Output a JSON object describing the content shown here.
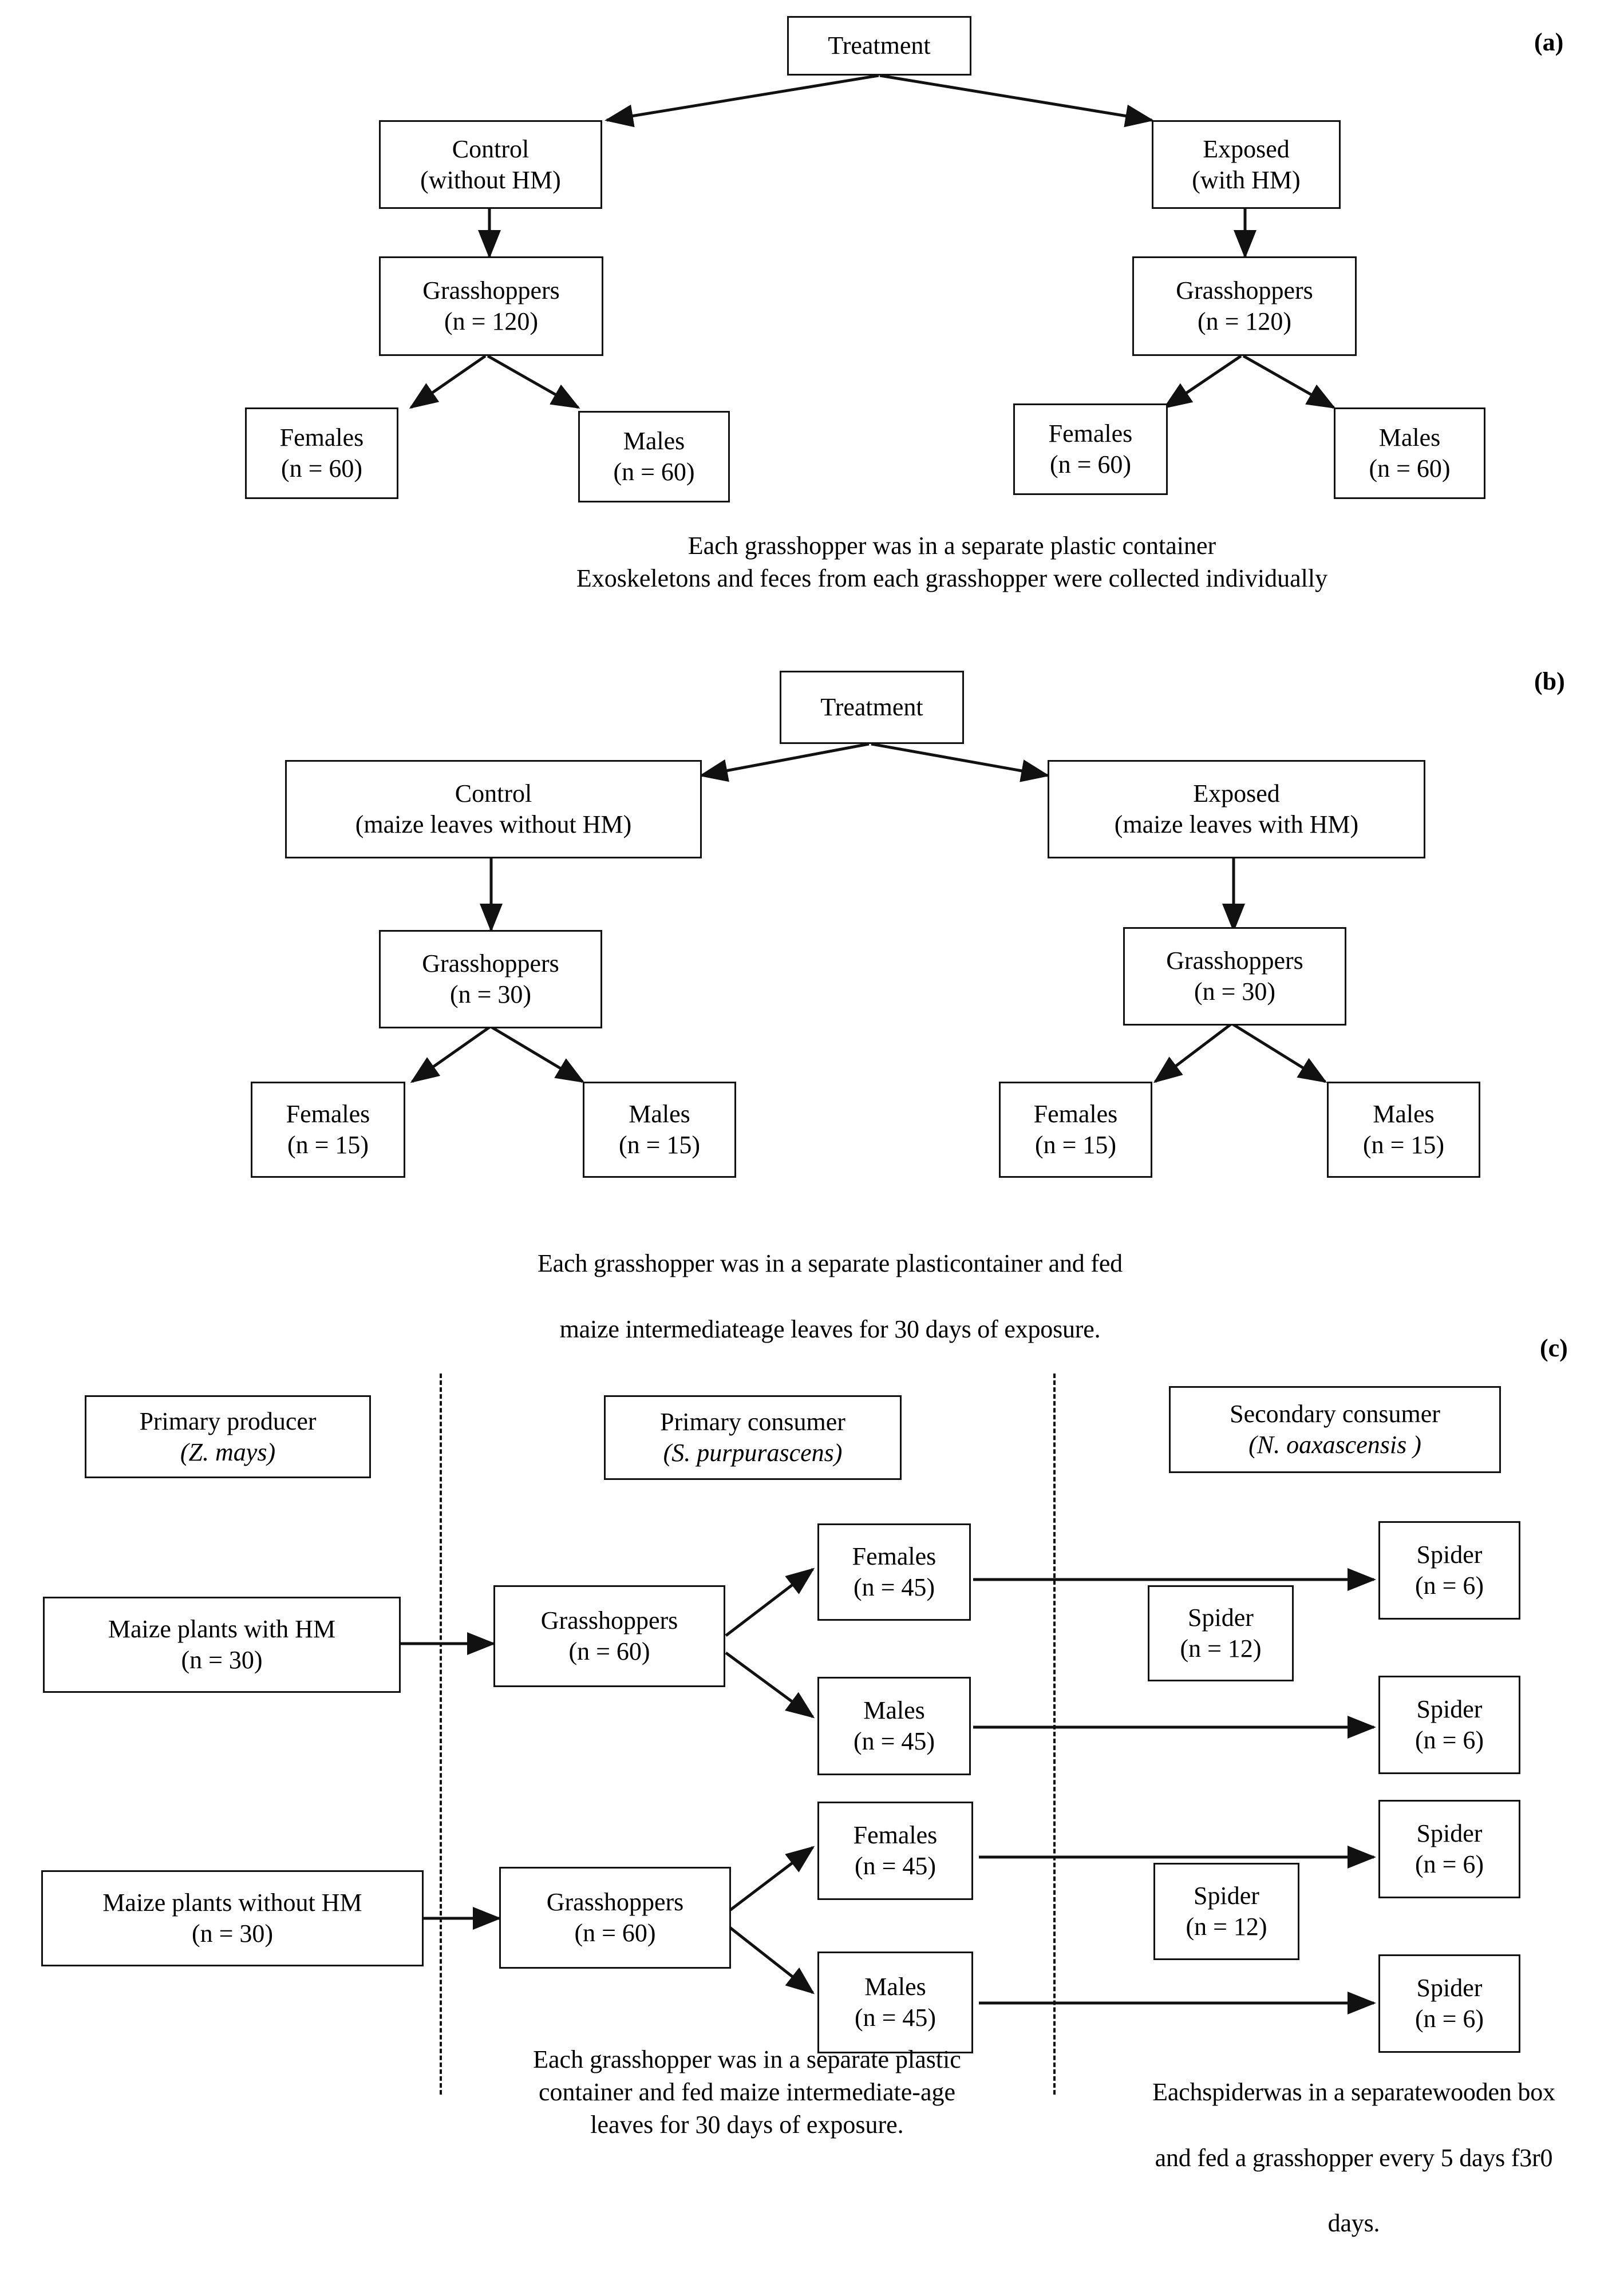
{
  "figure": {
    "panels": [
      {
        "letter": "(a)",
        "nodes": {
          "treatment": {
            "line1": "Treatment"
          },
          "control": {
            "line1": "Control",
            "line2": "(without HM)"
          },
          "exposed": {
            "line1": "Exposed",
            "line2": "(with HM)"
          },
          "control_grasshoppers": {
            "line1": "Grasshoppers",
            "line2": "(n = 120)"
          },
          "exposed_grasshoppers": {
            "line1": "Grasshoppers",
            "line2": "(n = 120)"
          },
          "control_females": {
            "line1": "Females",
            "line2": "(n = 60)"
          },
          "control_males": {
            "line1": "Males",
            "line2": "(n = 60)"
          },
          "exposed_females": {
            "line1": "Females",
            "line2": "(n = 60)"
          },
          "exposed_males": {
            "line1": "Males",
            "line2": "(n = 60)"
          }
        },
        "caption": "Each grasshopper was in a separate plastic container\nExoskeletons and feces from each grasshopper were collected individually"
      },
      {
        "letter": "(b)",
        "nodes": {
          "treatment": {
            "line1": "Treatment"
          },
          "control": {
            "line1": "Control",
            "line2": "(maize leaves without HM)"
          },
          "exposed": {
            "line1": "Exposed",
            "line2": "(maize leaves with HM)"
          },
          "control_grasshoppers": {
            "line1": "Grasshoppers",
            "line2": "(n = 30)"
          },
          "exposed_grasshoppers": {
            "line1": "Grasshoppers",
            "line2": "(n = 30)"
          },
          "control_females": {
            "line1": "Females",
            "line2": "(n = 15)"
          },
          "control_males": {
            "line1": "Males",
            "line2": "(n = 15)"
          },
          "exposed_females": {
            "line1": "Females",
            "line2": "(n = 15)"
          },
          "exposed_males": {
            "line1": "Males",
            "line2": "(n = 15)"
          }
        },
        "caption_line1": "Each grasshopper was in a separate plasticontainer and fed",
        "caption_line2": "maize intermediateage leaves for 30 days of exposure."
      },
      {
        "letter": "(c)",
        "headers": {
          "primary_producer": {
            "line1": "Primary producer",
            "line2": "(Z. mays)"
          },
          "primary_consumer": {
            "line1": "Primary consumer",
            "line2": "(S. purpurascens)"
          },
          "secondary_consumer": {
            "line1": "Secondary consumer",
            "line2": "(N. oaxascensis )"
          }
        },
        "nodes": {
          "maize_with_hm": {
            "line1": "Maize plants with HM",
            "line2": "(n = 30)"
          },
          "maize_without_hm": {
            "line1": "Maize plants without HM",
            "line2": "(n = 30)"
          },
          "grasshoppers_with": {
            "line1": "Grasshoppers",
            "line2": "(n = 60)"
          },
          "grasshoppers_without": {
            "line1": "Grasshoppers",
            "line2": "(n = 60)"
          },
          "females_with": {
            "line1": "Females",
            "line2": "(n = 45)"
          },
          "males_with": {
            "line1": "Males",
            "line2": "(n = 45)"
          },
          "females_without": {
            "line1": "Females",
            "line2": "(n = 45)"
          },
          "males_without": {
            "line1": "Males",
            "line2": "(n = 45)"
          },
          "spider_pool_with": {
            "line1": "Spider",
            "line2": "(n = 12)"
          },
          "spider_pool_without": {
            "line1": "Spider",
            "line2": "(n = 12)"
          },
          "spider_f_with": {
            "line1": "Spider",
            "line2": "(n = 6)"
          },
          "spider_m_with": {
            "line1": "Spider",
            "line2": "(n = 6)"
          },
          "spider_f_without": {
            "line1": "Spider",
            "line2": "(n = 6)"
          },
          "spider_m_without": {
            "line1": "Spider",
            "line2": "(n = 6)"
          }
        },
        "caption_left": "Each grasshopper was in a separate plastic\ncontainer and fed maize intermediate-age\nleaves for 30 days of exposure.",
        "caption_right_line1": "Eachspiderwas in a separatewooden box",
        "caption_right_line2": "and fed a grasshopper every 5 days f3r0",
        "caption_right_line3": "days."
      }
    ]
  }
}
